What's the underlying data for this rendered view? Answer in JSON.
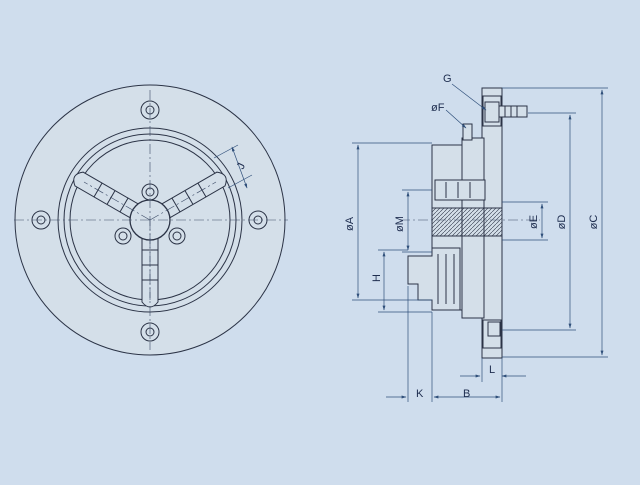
{
  "colors": {
    "background": "#cfdded",
    "part_fill": "#d4dfe9",
    "part_stroke": "#2b3346",
    "dim_line": "#2f4f7a",
    "label_text": "#1e2d4f",
    "centerline": "#3b4a66"
  },
  "front_view": {
    "title": "",
    "holes": 4,
    "jaws": 3,
    "jaw_screws": 3,
    "labels": {
      "j": "J"
    }
  },
  "side_view": {
    "title": "",
    "labels": {
      "g": "G",
      "f": "øF",
      "a": "øA",
      "m": "øM",
      "e": "øE",
      "d": "øD",
      "c": "øC",
      "h": "H",
      "l": "L",
      "k": "K",
      "b": "B"
    }
  }
}
